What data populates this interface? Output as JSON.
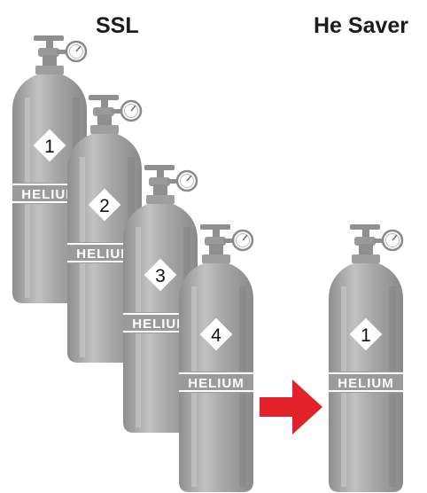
{
  "headings": {
    "left": "SSL",
    "right": "He Saver"
  },
  "cylinder_label": "HELIUM",
  "ssl_cylinder_numbers": [
    "1",
    "2",
    "3",
    "4"
  ],
  "saver_cylinder_number": "1",
  "colors": {
    "cylinder_body": "#a3a3a3",
    "cylinder_shade": "#8a8a8a",
    "cylinder_highlight": "#c6c6c6",
    "label_band": "#9b9b9b",
    "arrow": "#e3212b",
    "heading_text": "#1c1c1c"
  }
}
